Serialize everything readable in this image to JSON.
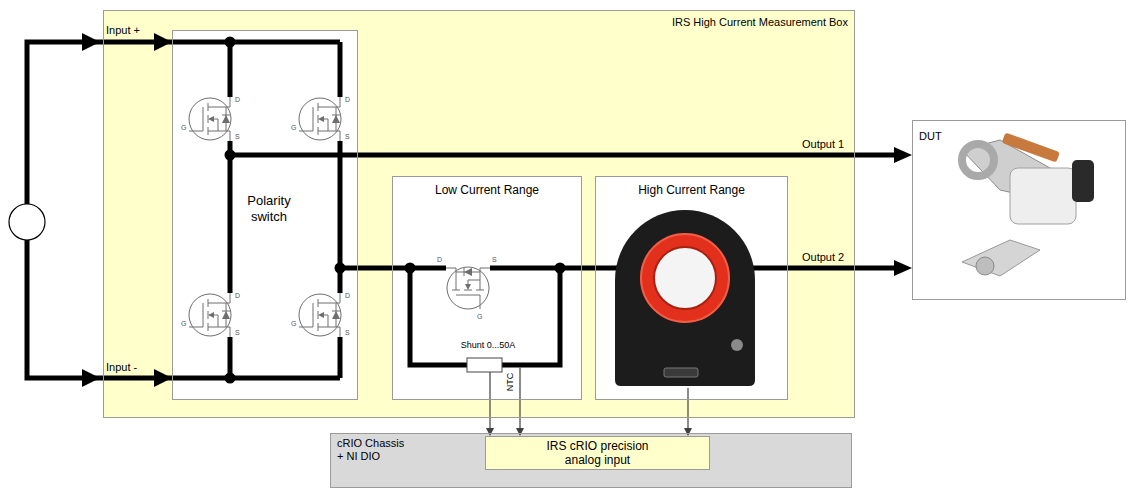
{
  "diagram": {
    "nodes": [
      {
        "text": [
          "IRS High Current Measurement Box"
        ]
      },
      {
        "text": [
          "Polarity switch"
        ],
        "in": 0
      },
      {
        "text": [
          "Low Current Range"
        ],
        "in": 0
      },
      {
        "text": [
          "High Current Range"
        ],
        "in": 0
      },
      {
        "text": [
          "DUT"
        ]
      },
      {
        "text": [
          "cRIO Chassis + NI DIO"
        ]
      },
      {
        "text": [
          "IRS cRIO precision analog input"
        ],
        "in": 5
      }
    ],
    "edges": [
      {
        "from": 1,
        "to": 4,
        "arrow": "to",
        "label": "Output 1"
      },
      {
        "from": 1,
        "to": 2,
        "arrow": "none"
      },
      {
        "from": 2,
        "to": 3,
        "arrow": "none"
      },
      {
        "from": 3,
        "to": 4,
        "arrow": "to",
        "label": "Output 2"
      },
      {
        "from": 2,
        "to": 6,
        "arrow": "to"
      },
      {
        "from": 2,
        "to": 6,
        "arrow": "to",
        "label": "NTC"
      },
      {
        "from": 3,
        "to": 6,
        "arrow": "to"
      }
    ],
    "labels": [
      "Input +",
      "Input -",
      "Shunt 0...50A",
      "D",
      "S",
      "G",
      "D",
      "S",
      "G",
      "D",
      "S",
      "G",
      "D",
      "S",
      "G",
      "D",
      "S",
      "G"
    ]
  }
}
